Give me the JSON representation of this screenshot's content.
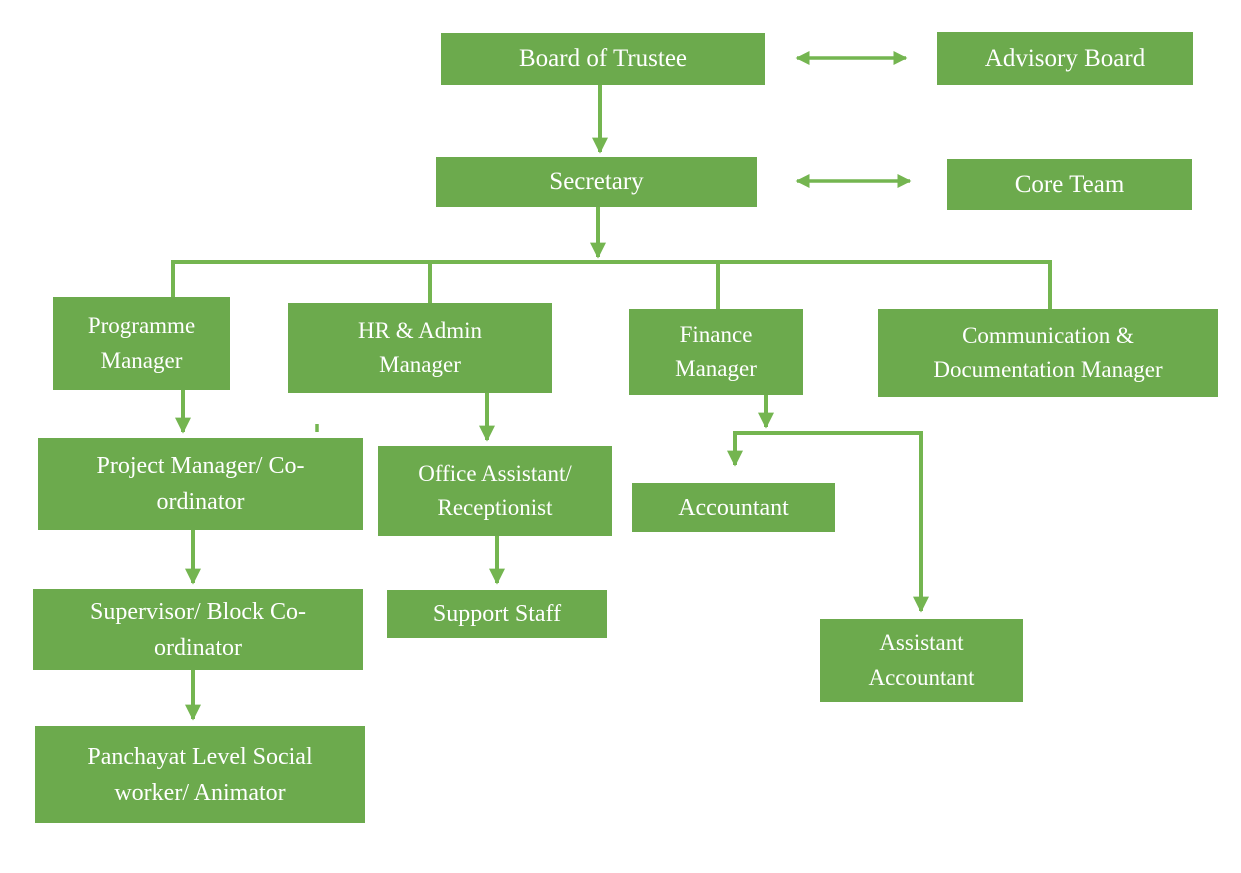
{
  "diagram": {
    "type": "organization-chart",
    "colors": {
      "box_fill": "#6CAA4D",
      "line": "#74B550",
      "text": "#FFFFFF",
      "background": "#FFFFFF"
    },
    "nodes": [
      {
        "id": "board-of-trustee",
        "label": "Board of Trustee"
      },
      {
        "id": "advisory-board",
        "label": "Advisory Board"
      },
      {
        "id": "secretary",
        "label": "Secretary"
      },
      {
        "id": "core-team",
        "label": "Core Team"
      },
      {
        "id": "programme-manager",
        "label": "Programme\nManager"
      },
      {
        "id": "hr-admin-manager",
        "label": "HR & Admin\nManager"
      },
      {
        "id": "finance-manager",
        "label": "Finance\nManager"
      },
      {
        "id": "communication-documentation-manager",
        "label": "Communication &\nDocumentation Manager"
      },
      {
        "id": "project-manager-coordinator",
        "label": "Project Manager/ Co-\nordinator"
      },
      {
        "id": "office-assistant-receptionist",
        "label": "Office Assistant/\nReceptionist"
      },
      {
        "id": "accountant",
        "label": "Accountant"
      },
      {
        "id": "supervisor-block-coordinator",
        "label": "Supervisor/ Block Co-\nordinator"
      },
      {
        "id": "support-staff",
        "label": "Support Staff"
      },
      {
        "id": "assistant-accountant",
        "label": "Assistant\nAccountant"
      },
      {
        "id": "panchayat-level-social-worker-animator",
        "label": "Panchayat Level Social\nworker/ Animator"
      }
    ],
    "edges": [
      {
        "from": "board-of-trustee",
        "to": "advisory-board",
        "type": "double-arrow"
      },
      {
        "from": "board-of-trustee",
        "to": "secretary",
        "type": "arrow"
      },
      {
        "from": "secretary",
        "to": "core-team",
        "type": "double-arrow"
      },
      {
        "from": "secretary",
        "to": "programme-manager",
        "type": "elbow"
      },
      {
        "from": "secretary",
        "to": "hr-admin-manager",
        "type": "elbow"
      },
      {
        "from": "secretary",
        "to": "finance-manager",
        "type": "elbow"
      },
      {
        "from": "secretary",
        "to": "communication-documentation-manager",
        "type": "elbow"
      },
      {
        "from": "programme-manager",
        "to": "project-manager-coordinator",
        "type": "arrow"
      },
      {
        "from": "project-manager-coordinator",
        "to": "supervisor-block-coordinator",
        "type": "arrow"
      },
      {
        "from": "supervisor-block-coordinator",
        "to": "panchayat-level-social-worker-animator",
        "type": "arrow"
      },
      {
        "from": "hr-admin-manager",
        "to": "office-assistant-receptionist",
        "type": "arrow"
      },
      {
        "from": "office-assistant-receptionist",
        "to": "support-staff",
        "type": "arrow"
      },
      {
        "from": "finance-manager",
        "to": "accountant",
        "type": "elbow-arrow"
      },
      {
        "from": "finance-manager",
        "to": "assistant-accountant",
        "type": "elbow-arrow"
      }
    ]
  }
}
